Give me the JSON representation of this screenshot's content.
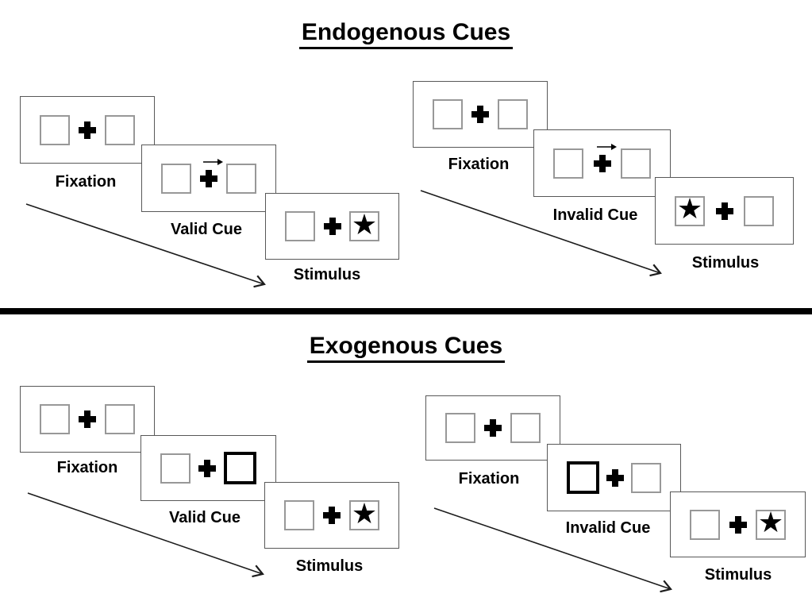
{
  "diagram": {
    "star_glyph": "★",
    "colors": {
      "background": "#ffffff",
      "ink": "#000000",
      "panel_border": "#585858",
      "box_border": "#989898"
    },
    "sections": [
      {
        "title": "Endogenous Cues",
        "groups": [
          {
            "type": "valid-trial",
            "panels": [
              {
                "label": "Fixation",
                "cue": "none",
                "target": "none"
              },
              {
                "label": "Valid Cue",
                "cue": "central-arrow-right",
                "target": "none"
              },
              {
                "label": "Stimulus",
                "cue": "none",
                "target": "star-right"
              }
            ]
          },
          {
            "type": "invalid-trial",
            "panels": [
              {
                "label": "Fixation",
                "cue": "none",
                "target": "none"
              },
              {
                "label": "Invalid Cue",
                "cue": "central-arrow-right",
                "target": "none"
              },
              {
                "label": "Stimulus",
                "cue": "none",
                "target": "star-left"
              }
            ]
          }
        ]
      },
      {
        "title": "Exogenous Cues",
        "groups": [
          {
            "type": "valid-trial",
            "panels": [
              {
                "label": "Fixation",
                "cue": "none",
                "target": "none"
              },
              {
                "label": "Valid Cue",
                "cue": "thick-box-right",
                "target": "none"
              },
              {
                "label": "Stimulus",
                "cue": "none",
                "target": "star-right"
              }
            ]
          },
          {
            "type": "invalid-trial",
            "panels": [
              {
                "label": "Fixation",
                "cue": "none",
                "target": "none"
              },
              {
                "label": "Invalid Cue",
                "cue": "thick-box-left",
                "target": "none"
              },
              {
                "label": "Stimulus",
                "cue": "none",
                "target": "star-right"
              }
            ]
          }
        ]
      }
    ]
  }
}
